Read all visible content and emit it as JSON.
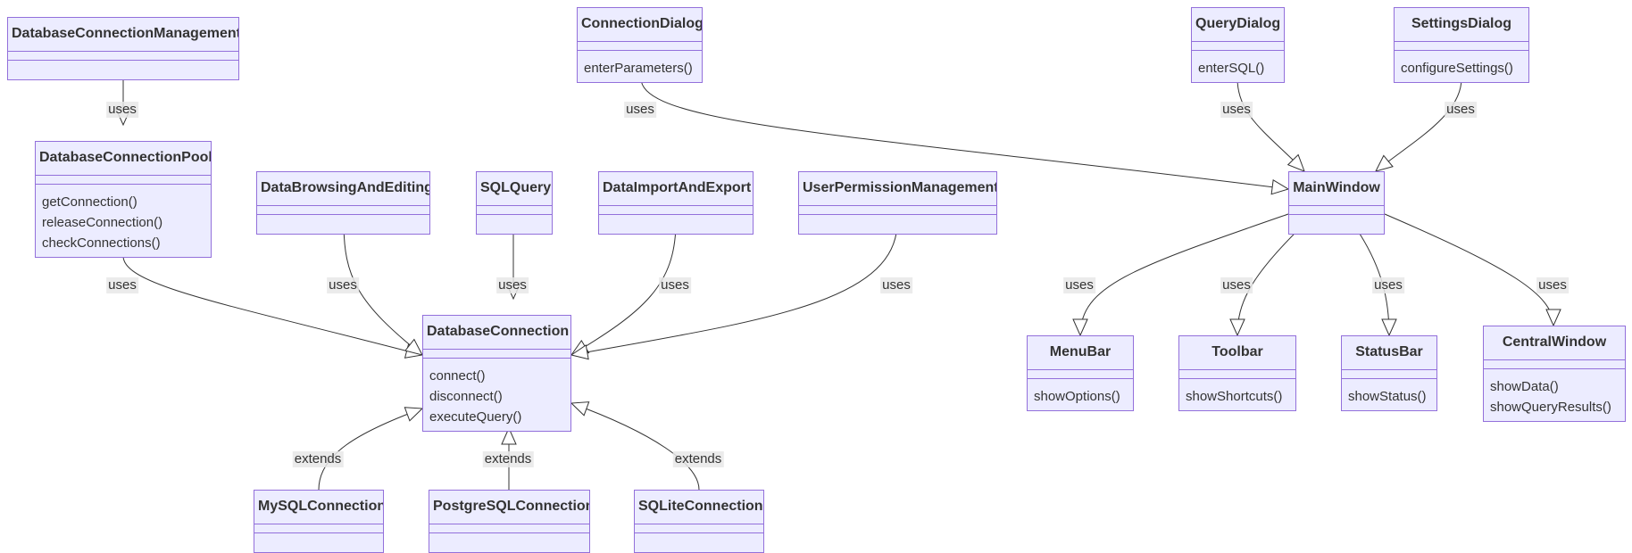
{
  "classes": [
    {
      "id": "DatabaseConnectionManagement",
      "name": "DatabaseConnectionManagement",
      "methods": []
    },
    {
      "id": "DatabaseConnectionPool",
      "name": "DatabaseConnectionPool",
      "methods": [
        "getConnection()",
        "releaseConnection()",
        "checkConnections()"
      ]
    },
    {
      "id": "DataBrowsingAndEditing",
      "name": "DataBrowsingAndEditing",
      "methods": []
    },
    {
      "id": "SQLQuery",
      "name": "SQLQuery",
      "methods": []
    },
    {
      "id": "DataImportAndExport",
      "name": "DataImportAndExport",
      "methods": []
    },
    {
      "id": "UserPermissionManagement",
      "name": "UserPermissionManagement",
      "methods": []
    },
    {
      "id": "DatabaseConnection",
      "name": "DatabaseConnection",
      "methods": [
        "connect()",
        "disconnect()",
        "executeQuery()"
      ]
    },
    {
      "id": "MySQLConnection",
      "name": "MySQLConnection",
      "methods": []
    },
    {
      "id": "PostgreSQLConnection",
      "name": "PostgreSQLConnection",
      "methods": []
    },
    {
      "id": "SQLiteConnection",
      "name": "SQLiteConnection",
      "methods": []
    },
    {
      "id": "ConnectionDialog",
      "name": "ConnectionDialog",
      "methods": [
        "enterParameters()"
      ]
    },
    {
      "id": "QueryDialog",
      "name": "QueryDialog",
      "methods": [
        "enterSQL()"
      ]
    },
    {
      "id": "SettingsDialog",
      "name": "SettingsDialog",
      "methods": [
        "configureSettings()"
      ]
    },
    {
      "id": "MainWindow",
      "name": "MainWindow",
      "methods": []
    },
    {
      "id": "MenuBar",
      "name": "MenuBar",
      "methods": [
        "showOptions()"
      ]
    },
    {
      "id": "Toolbar",
      "name": "Toolbar",
      "methods": [
        "showShortcuts()"
      ]
    },
    {
      "id": "StatusBar",
      "name": "StatusBar",
      "methods": [
        "showStatus()"
      ]
    },
    {
      "id": "CentralWindow",
      "name": "CentralWindow",
      "methods": [
        "showData()",
        "showQueryResults()"
      ]
    }
  ],
  "relations": [
    {
      "from": "DatabaseConnectionManagement",
      "to": "DatabaseConnectionPool",
      "label": "uses"
    },
    {
      "from": "DatabaseConnectionPool",
      "to": "DatabaseConnection",
      "label": "uses"
    },
    {
      "from": "DataBrowsingAndEditing",
      "to": "DatabaseConnection",
      "label": "uses"
    },
    {
      "from": "SQLQuery",
      "to": "DatabaseConnection",
      "label": "uses"
    },
    {
      "from": "DataImportAndExport",
      "to": "DatabaseConnection",
      "label": "uses"
    },
    {
      "from": "UserPermissionManagement",
      "to": "DatabaseConnection",
      "label": "uses"
    },
    {
      "from": "MySQLConnection",
      "to": "DatabaseConnection",
      "label": "extends"
    },
    {
      "from": "PostgreSQLConnection",
      "to": "DatabaseConnection",
      "label": "extends"
    },
    {
      "from": "SQLiteConnection",
      "to": "DatabaseConnection",
      "label": "extends"
    },
    {
      "from": "ConnectionDialog",
      "to": "MainWindow",
      "label": "uses"
    },
    {
      "from": "QueryDialog",
      "to": "MainWindow",
      "label": "uses"
    },
    {
      "from": "SettingsDialog",
      "to": "MainWindow",
      "label": "uses"
    },
    {
      "from": "MainWindow",
      "to": "MenuBar",
      "label": "uses"
    },
    {
      "from": "MainWindow",
      "to": "Toolbar",
      "label": "uses"
    },
    {
      "from": "MainWindow",
      "to": "StatusBar",
      "label": "uses"
    },
    {
      "from": "MainWindow",
      "to": "CentralWindow",
      "label": "uses"
    }
  ],
  "colors": {
    "node_fill": "#ececff",
    "node_border": "#9370db",
    "edge": "#333333",
    "label_bg": "#e8e8e8"
  }
}
